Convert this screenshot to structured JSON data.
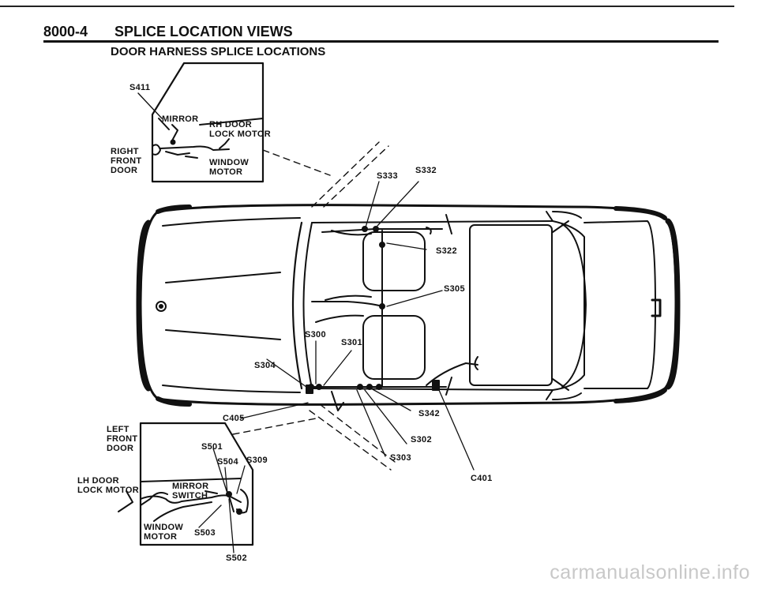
{
  "header": {
    "page_number": "8000-4",
    "title": "SPLICE LOCATION VIEWS",
    "subtitle": "DOOR HARNESS SPLICE LOCATIONS"
  },
  "right_door_inset": {
    "door_label": "RIGHT\nFRONT\nDOOR",
    "splice": "S411",
    "mirror": "MIRROR",
    "lock_motor": "RH DOOR\nLOCK MOTOR",
    "window_motor": "WINDOW\nMOTOR"
  },
  "left_door_inset": {
    "door_label": "LEFT\nFRONT\nDOOR",
    "lock_motor": "LH DOOR\nLOCK MOTOR",
    "mirror_switch": "MIRROR\nSWITCH",
    "window_motor": "WINDOW\nMOTOR",
    "splices": {
      "s501": "S501",
      "s504": "S504",
      "s309": "S309",
      "s503": "S503",
      "s502": "S502"
    }
  },
  "vehicle_splices": {
    "s333": "S333",
    "s332": "S332",
    "s322": "S322",
    "s305": "S305",
    "s300": "S300",
    "s301": "S301",
    "s304": "S304",
    "c405": "C405",
    "s342": "S342",
    "s302": "S302",
    "s303": "S303",
    "c401": "C401"
  },
  "watermark": "carmanualsonline.info"
}
